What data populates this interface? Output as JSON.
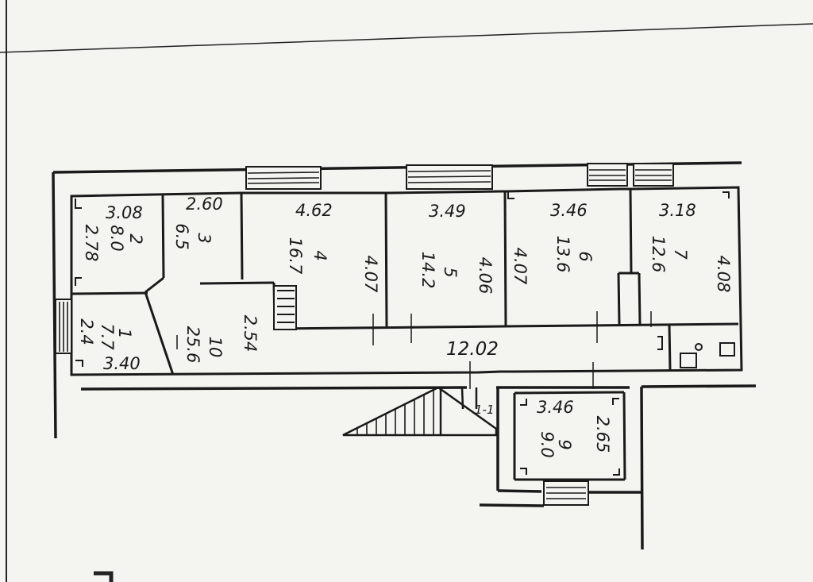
{
  "plan": {
    "rooms": [
      {
        "number": "1",
        "area": "7.7",
        "width": "3.40",
        "height": "2.4"
      },
      {
        "number": "2",
        "area": "8.0",
        "width": "3.08",
        "height": "2.78"
      },
      {
        "number": "3",
        "area": "6.5",
        "width": "2.60"
      },
      {
        "number": "4",
        "area": "16.7",
        "width": "4.62",
        "height": "4.07"
      },
      {
        "number": "5",
        "area": "14.2",
        "width": "3.49",
        "height": "4.06"
      },
      {
        "number": "6",
        "area": "13.6",
        "width": "3.46",
        "height": "4.07"
      },
      {
        "number": "7",
        "area": "12.6",
        "width": "3.18",
        "height": "4.08"
      },
      {
        "number": "9",
        "area": "9.0",
        "width": "3.46",
        "height": "2.65"
      },
      {
        "number": "10",
        "area": "25.6",
        "height": "2.54"
      }
    ],
    "corridor_length": "12.02",
    "section_mark": "1-1"
  },
  "colors": {
    "paper": "#f4f4f1",
    "ink": "#1a1a1a"
  }
}
